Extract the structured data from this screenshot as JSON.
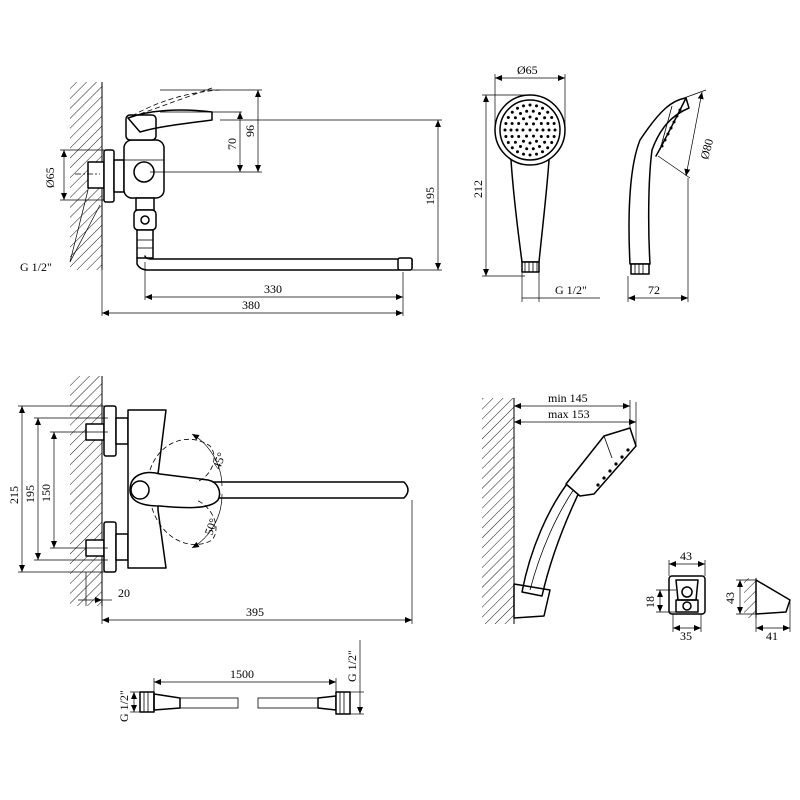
{
  "labels": {
    "d65_wall": "Ø65",
    "thread_left": "G 1/2\"",
    "h70": "70",
    "h96": "96",
    "h195_top": "195",
    "w330": "330",
    "w380": "380",
    "head_d65": "Ø65",
    "h212": "212",
    "shower_thread": "G 1/2\"",
    "head_d80": "Ø80",
    "w72": "72",
    "h215": "215",
    "h195_front": "195",
    "h150": "150",
    "angle45": "45°",
    "angle50": "50°",
    "w20": "20",
    "w395": "395",
    "min145": "min 145",
    "max153": "max 153",
    "b43_top": "43",
    "b18": "18",
    "b35": "35",
    "b43_side": "43",
    "b41": "41",
    "hose_len": "1500",
    "hose_thread_left": "G 1/2\"",
    "hose_thread_right": "G 1/2\""
  }
}
